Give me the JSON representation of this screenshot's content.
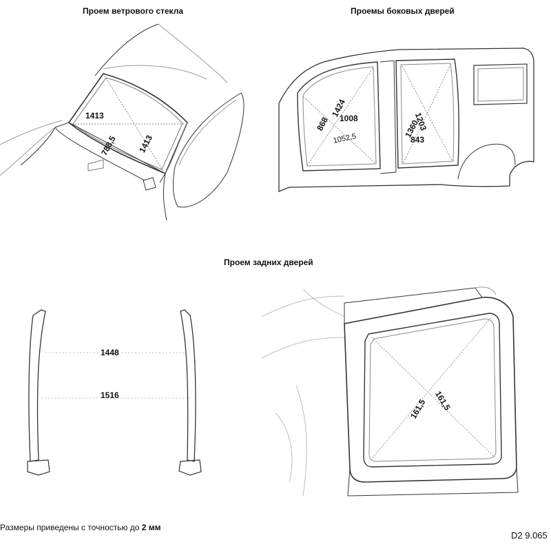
{
  "titles": {
    "windshield": "Проем ветрового стекла",
    "side_doors": "Проемы боковых дверей",
    "rear_doors": "Проем задних дверей"
  },
  "windshield": {
    "dim_a": "1413",
    "dim_b": "788,5",
    "dim_c": "1413"
  },
  "side_doors": {
    "front_diag": "868",
    "front_diag2": "1424",
    "front_width": "1008",
    "front_diag3": "1052,5",
    "rear_diag": "1360",
    "rear_diag2": "1203",
    "rear_width": "843"
  },
  "rear_doors": {
    "top_width": "1448",
    "bottom_width": "1516",
    "diag_left": "161,5",
    "diag_right": "161,5"
  },
  "footer": {
    "note_prefix": "Размеры приведены с точностью до ",
    "note_value": "2 мм",
    "figure_code": "D2 9.065"
  }
}
